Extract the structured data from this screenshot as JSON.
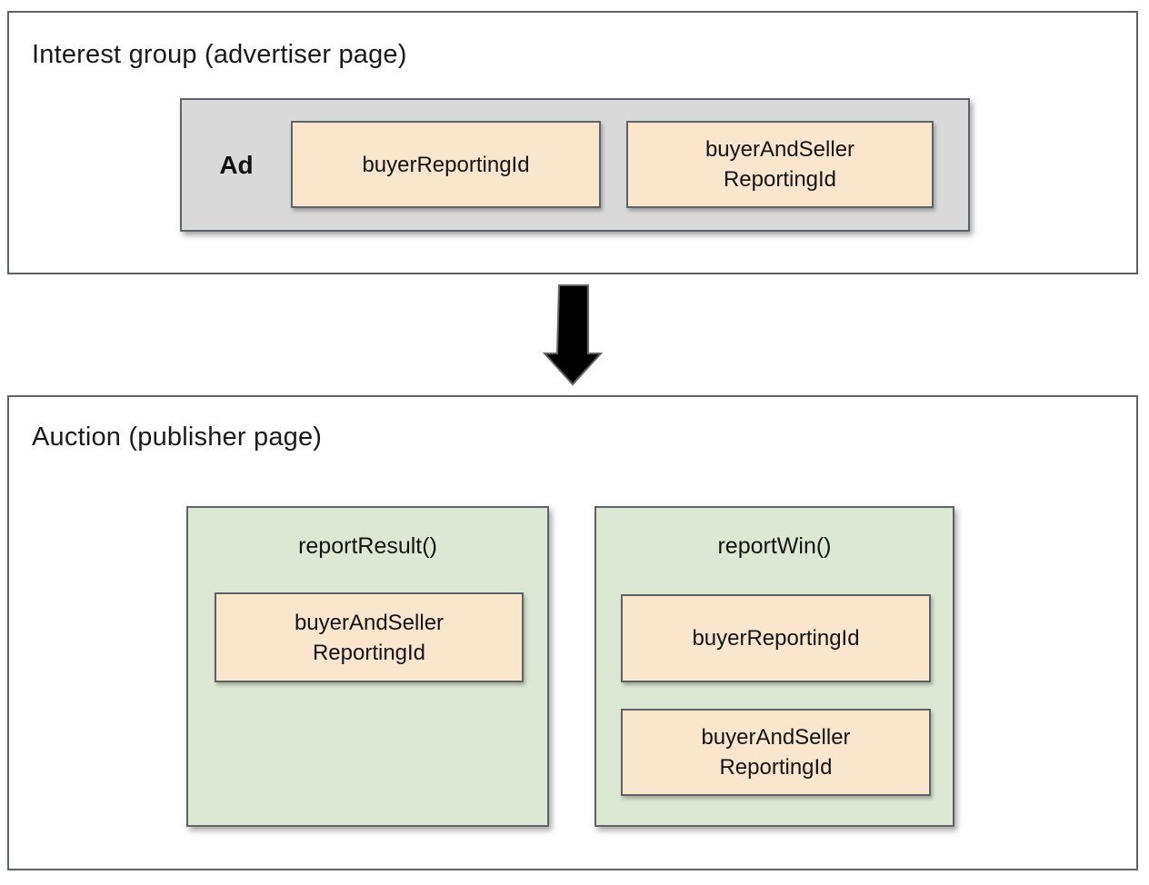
{
  "diagram": {
    "interest_group": {
      "title": "Interest group (advertiser page)",
      "ad": {
        "label": "Ad",
        "items": {
          "0": "buyerReportingId",
          "1": "buyerAndSeller\nReportingId"
        }
      }
    },
    "arrow": {
      "name": "flow-down-arrow",
      "direction": "down",
      "fill": "#000000",
      "stroke": "#666666"
    },
    "auction": {
      "title": "Auction (publisher page)",
      "report_result": {
        "title": "reportResult()",
        "items": {
          "0": "buyerAndSeller\nReportingId"
        }
      },
      "report_win": {
        "title": "reportWin()",
        "items": {
          "0": "buyerReportingId",
          "1": "buyerAndSeller\nReportingId"
        }
      }
    },
    "colors": {
      "tan_fill": "#fae5cd",
      "green_fill": "#dde8d4",
      "gray_fill": "#d9d9d9",
      "border": "#5f6368",
      "background": "#ffffff"
    }
  }
}
